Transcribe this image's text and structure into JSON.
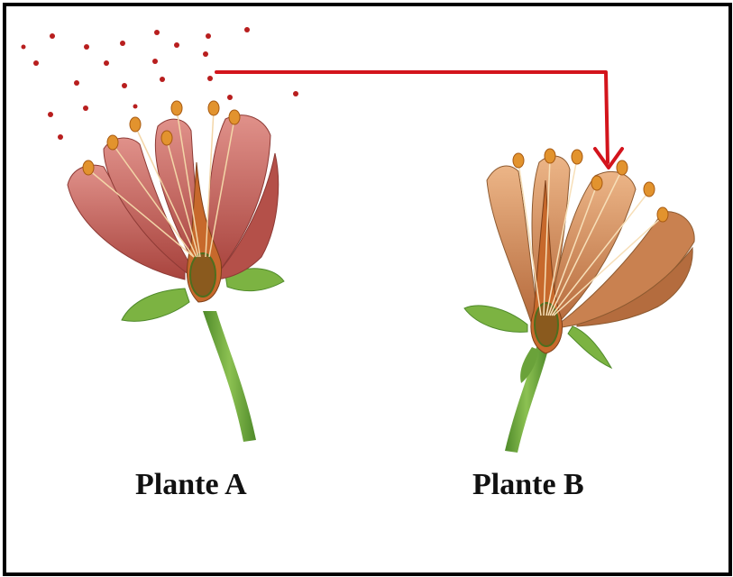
{
  "labels": {
    "plant_a": "Plante A",
    "plant_b": "Plante B"
  },
  "colors": {
    "border": "#000000",
    "pollen": "#b81e1e",
    "arrow": "#d3141c",
    "plant_a_petal": "#c9736c",
    "plant_b_petal": "#d89a6a",
    "stem": "#6aa23a",
    "leaf": "#7cb342"
  },
  "icons": {
    "pollen": "pollen-dot",
    "transfer": "arrow-right-down"
  }
}
